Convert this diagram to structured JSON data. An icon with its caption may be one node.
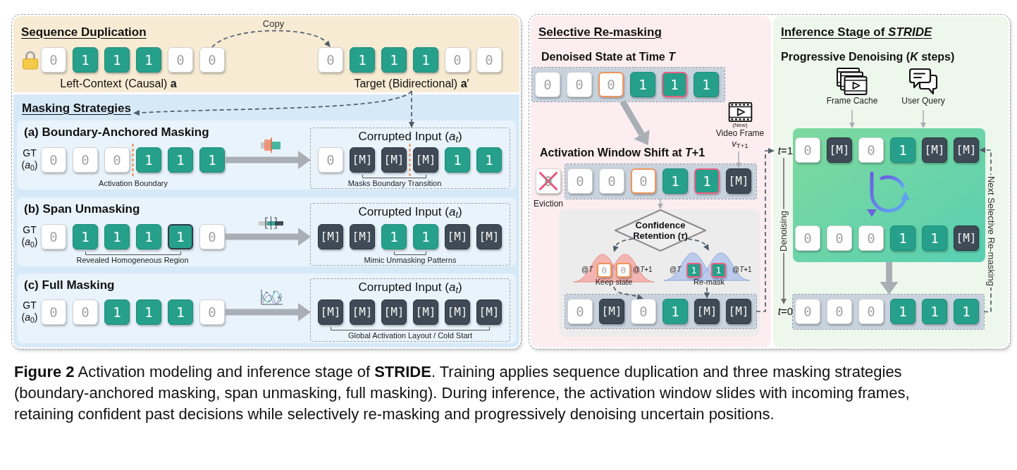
{
  "diagram": {
    "caption": "**Figure 2** Activation modeling and inference stage of **STRIDE**. Training applies sequence duplication and three masking strategies (boundary-anchored masking, span unmasking, full masking). During inference, the activation window slides with incoming frames, retaining confident past decisions while selectively re-masking and progressively denoising uncertain positions.",
    "nodes": [
      {
        "text": [],
        "shape": "box"
      },
      {
        "text": [
          "Sequence Duplication"
        ],
        "in": 0
      },
      {
        "text": [
          "0"
        ],
        "in": 1
      },
      {
        "text": [
          "1"
        ],
        "in": 1
      },
      {
        "text": [
          "1"
        ],
        "in": 1
      },
      {
        "text": [
          "1"
        ],
        "in": 1
      },
      {
        "text": [
          "0"
        ],
        "in": 1
      },
      {
        "text": [
          "0"
        ],
        "in": 1
      },
      {
        "text": [
          "0"
        ],
        "in": 1
      },
      {
        "text": [
          "1"
        ],
        "in": 1
      },
      {
        "text": [
          "1"
        ],
        "in": 1
      },
      {
        "text": [
          "1"
        ],
        "in": 1
      },
      {
        "text": [
          "0"
        ],
        "in": 1
      },
      {
        "text": [
          "0"
        ],
        "in": 1
      },
      {
        "text": [
          "Target (Bidirectional) **a**′"
        ],
        "in": 1
      },
      {
        "text": [],
        "shape": "box",
        "in": 0
      },
      {
        "text": [
          "Masking Strategies"
        ],
        "in": 15
      },
      {
        "text": [
          "(a) Boundary-Anchored Masking"
        ],
        "in": 15
      },
      {
        "text": [
          "0"
        ],
        "in": 17
      },
      {
        "text": [
          "0"
        ],
        "in": 17
      },
      {
        "text": [
          "0"
        ],
        "in": 17
      },
      {
        "text": [
          "1"
        ],
        "in": 17
      },
      {
        "text": [
          "1"
        ],
        "in": 17
      },
      {
        "text": [
          "1"
        ],
        "in": 17
      },
      {
        "text": [
          "Corrupted Input (*a*$_{t}$)"
        ],
        "in": 17
      },
      {
        "text": [
          "0"
        ],
        "in": 24
      },
      {
        "text": [
          "[M]"
        ],
        "in": 24
      },
      {
        "text": [
          "[M]"
        ],
        "in": 24
      },
      {
        "text": [
          "[M]"
        ],
        "in": 24
      },
      {
        "text": [
          "1"
        ],
        "in": 24
      },
      {
        "text": [
          "1"
        ],
        "in": 24
      },
      {
        "text": [
          "(b) Span Unmasking"
        ],
        "in": 15
      },
      {
        "text": [
          "0"
        ],
        "in": 31
      },
      {
        "text": [
          "1"
        ],
        "in": 31
      },
      {
        "text": [
          "1"
        ],
        "in": 31
      },
      {
        "text": [
          "1"
        ],
        "in": 31
      },
      {
        "text": [
          "1"
        ],
        "in": 31
      },
      {
        "text": [
          "0"
        ],
        "in": 31
      },
      {
        "text": [
          "Corrupted Input (*a*$_{t}$)"
        ],
        "in": 31
      },
      {
        "text": [
          "[M]"
        ],
        "in": 38
      },
      {
        "text": [
          "[M]"
        ],
        "in": 38
      },
      {
        "text": [
          "1"
        ],
        "in": 38
      },
      {
        "text": [
          "1"
        ],
        "in": 38
      },
      {
        "text": [
          "[M]"
        ],
        "in": 38
      },
      {
        "text": [
          "[M]"
        ],
        "in": 38
      },
      {
        "text": [
          "(c) Full Masking"
        ],
        "in": 15
      },
      {
        "text": [
          "0"
        ],
        "in": 45
      },
      {
        "text": [
          "0"
        ],
        "in": 45
      },
      {
        "text": [
          "1"
        ],
        "in": 45
      },
      {
        "text": [
          "1"
        ],
        "in": 45
      },
      {
        "text": [
          "1"
        ],
        "in": 45
      },
      {
        "text": [
          "0"
        ],
        "in": 45
      },
      {
        "text": [
          "Corrupted Input (*a*$_{t}$)"
        ],
        "in": 45
      },
      {
        "text": [
          "[M]"
        ],
        "in": 52
      },
      {
        "text": [
          "[M]"
        ],
        "in": 52
      },
      {
        "text": [
          "[M]"
        ],
        "in": 52
      },
      {
        "text": [
          "[M]"
        ],
        "in": 52
      },
      {
        "text": [
          "[M]"
        ],
        "in": 52
      },
      {
        "text": [
          "[M]"
        ],
        "in": 52
      },
      {
        "text": [],
        "shape": "box"
      },
      {
        "text": [
          "Selective Re-masking"
        ],
        "in": 59
      },
      {
        "text": [
          "Denoised State at Time *T*"
        ],
        "in": 60
      },
      {
        "text": [
          "0"
        ],
        "in": 61
      },
      {
        "text": [
          "0"
        ],
        "in": 61
      },
      {
        "text": [
          "0"
        ],
        "in": 61
      },
      {
        "text": [
          "1"
        ],
        "in": 61
      },
      {
        "text": [
          "1"
        ],
        "in": 61
      },
      {
        "text": [
          "1"
        ],
        "in": 61
      },
      {
        "text": [
          "(New)",
          "Video Frame",
          "*v*$_{T+1}$"
        ],
        "in": 60
      },
      {
        "text": [
          "Activation Window Shift at *T*+1"
        ],
        "in": 60
      },
      {
        "text": [
          "0"
        ],
        "beside": [
          "Eviction"
        ],
        "in": 60
      },
      {
        "text": [],
        "shape": "box",
        "in": 60
      },
      {
        "text": [
          "0"
        ],
        "in": 71
      },
      {
        "text": [
          "0"
        ],
        "in": 71
      },
      {
        "text": [
          "0"
        ],
        "in": 71
      },
      {
        "text": [
          "1"
        ],
        "in": 71
      },
      {
        "text": [
          "1"
        ],
        "in": 71
      },
      {
        "text": [
          "[M]"
        ],
        "in": 71
      },
      {
        "text": [],
        "shape": "box",
        "in": 60
      },
      {
        "text": [
          "Confidence Retention (*τ*)"
        ],
        "in": 78
      },
      {
        "text": [
          "@*T*",
          "@*T*+1",
          "Keep state"
        ],
        "in": 78
      },
      {
        "text": [
          "0"
        ],
        "in": 80
      },
      {
        "text": [
          "0"
        ],
        "in": 80
      },
      {
        "text": [
          "@*T*",
          "@*T*+1",
          "Re-mask"
        ],
        "in": 78
      },
      {
        "text": [
          "1"
        ],
        "in": 83
      },
      {
        "text": [
          "1"
        ],
        "in": 83
      },
      {
        "text": [],
        "shape": "box",
        "in": 78
      },
      {
        "text": [
          "0"
        ],
        "in": 86
      },
      {
        "text": [
          "[M]"
        ],
        "in": 86
      },
      {
        "text": [
          "0"
        ],
        "in": 86
      },
      {
        "text": [
          "1"
        ],
        "in": 86
      },
      {
        "text": [
          "[M]"
        ],
        "in": 86
      },
      {
        "text": [
          "[M]"
        ],
        "in": 86
      },
      {
        "text": [
          "Inference Stage of *STRIDE*"
        ],
        "in": 59
      },
      {
        "text": [
          "Frame Cache"
        ],
        "in": 93
      },
      {
        "text": [
          "User Query"
        ],
        "in": 93
      },
      {
        "text": [
          "*t*=1"
        ],
        "in": 93
      },
      {
        "text": [],
        "shape": "box",
        "in": 93
      },
      {
        "text": [
          "0"
        ],
        "in": 97
      },
      {
        "text": [
          "[M]"
        ],
        "in": 97
      },
      {
        "text": [
          "0"
        ],
        "in": 97
      },
      {
        "text": [
          "1"
        ],
        "in": 97
      },
      {
        "text": [
          "[M]"
        ],
        "in": 97
      },
      {
        "text": [
          "[M]"
        ],
        "in": 97
      },
      {
        "text": [
          "0"
        ],
        "in": 97
      },
      {
        "text": [
          "0"
        ],
        "in": 97
      },
      {
        "text": [
          "0"
        ],
        "in": 97
      },
      {
        "text": [
          "1"
        ],
        "in": 97
      },
      {
        "text": [
          "1"
        ],
        "in": 97
      },
      {
        "text": [
          "[M]"
        ],
        "in": 97
      },
      {
        "text": [
          "*t*=0"
        ],
        "in": 93
      },
      {
        "text": [],
        "shape": "box",
        "in": 93
      },
      {
        "text": [
          "0"
        ],
        "in": 111
      },
      {
        "text": [
          "0"
        ],
        "in": 111
      },
      {
        "text": [
          "0"
        ],
        "in": 111
      },
      {
        "text": [
          "1"
        ],
        "in": 111
      },
      {
        "text": [
          "1"
        ],
        "in": 111
      },
      {
        "text": [
          "1"
        ],
        "in": 111
      }
    ],
    "edges": [
      {
        "from": 7,
        "to": 8,
        "arrow": "to",
        "label": "Copy",
        "style": "dashed",
        "color": "#4f5d69"
      },
      {
        "from": 14,
        "to": 16,
        "arrow": "to",
        "style": "dashed",
        "color": "#4f5d69"
      },
      {
        "from": 14,
        "to": 24,
        "arrow": "to",
        "style": "dashed",
        "color": "#4f5d69"
      },
      {
        "from": 23,
        "to": 24,
        "arrow": "to",
        "style": "thick"
      },
      {
        "from": 37,
        "to": 38,
        "arrow": "to",
        "style": "thick"
      },
      {
        "from": 51,
        "to": 52,
        "arrow": "to",
        "style": "thick"
      },
      {
        "from": 61,
        "to": 69,
        "arrow": "to",
        "style": "thick"
      },
      {
        "from": 68,
        "to": 77,
        "arrow": "to"
      },
      {
        "from": 71,
        "to": 79,
        "arrow": "to"
      },
      {
        "from": 79,
        "to": 80,
        "arrow": "to",
        "style": "dashed",
        "color": "#4f5d69"
      },
      {
        "from": 79,
        "to": 83,
        "arrow": "to",
        "style": "dashed",
        "color": "#4f5d69"
      },
      {
        "from": 80,
        "to": 89,
        "arrow": "to",
        "style": "dashed",
        "color": "#4f5d69"
      },
      {
        "from": 83,
        "to": 91,
        "arrow": "to",
        "style": "dashed",
        "color": "#4f5d69"
      },
      {
        "from": 86,
        "to": 96,
        "arrow": "to",
        "style": "dashed",
        "color": "#4f5d69"
      },
      {
        "from": 94,
        "to": 97,
        "arrow": "to"
      },
      {
        "from": 95,
        "to": 97,
        "arrow": "to"
      },
      {
        "from": 97,
        "to": 111,
        "arrow": "to",
        "style": "thick"
      },
      {
        "from": 111,
        "to": 103,
        "arrow": "to",
        "label": "Next Selective Re-masking",
        "style": "dashed",
        "color": "#4f5d69"
      },
      {
        "from": 96,
        "to": 110,
        "arrow": "to",
        "label": "Denoising",
        "color": "#6e6e6e"
      }
    ],
    "labels": [
      "Left-Context (Causal) **a**",
      "GT (*a*$_{0}$)",
      "Activation Boundary",
      "Masks Boundary Transition",
      "GT (*a*$_{0}$)",
      "Revealed Homogeneous Region",
      "Mimic Unmasking Patterns",
      "GT (*a*$_{0}$)",
      "Global Activation Layout / Cold Start",
      "Progressive Denoising (*K* steps)"
    ]
  }
}
